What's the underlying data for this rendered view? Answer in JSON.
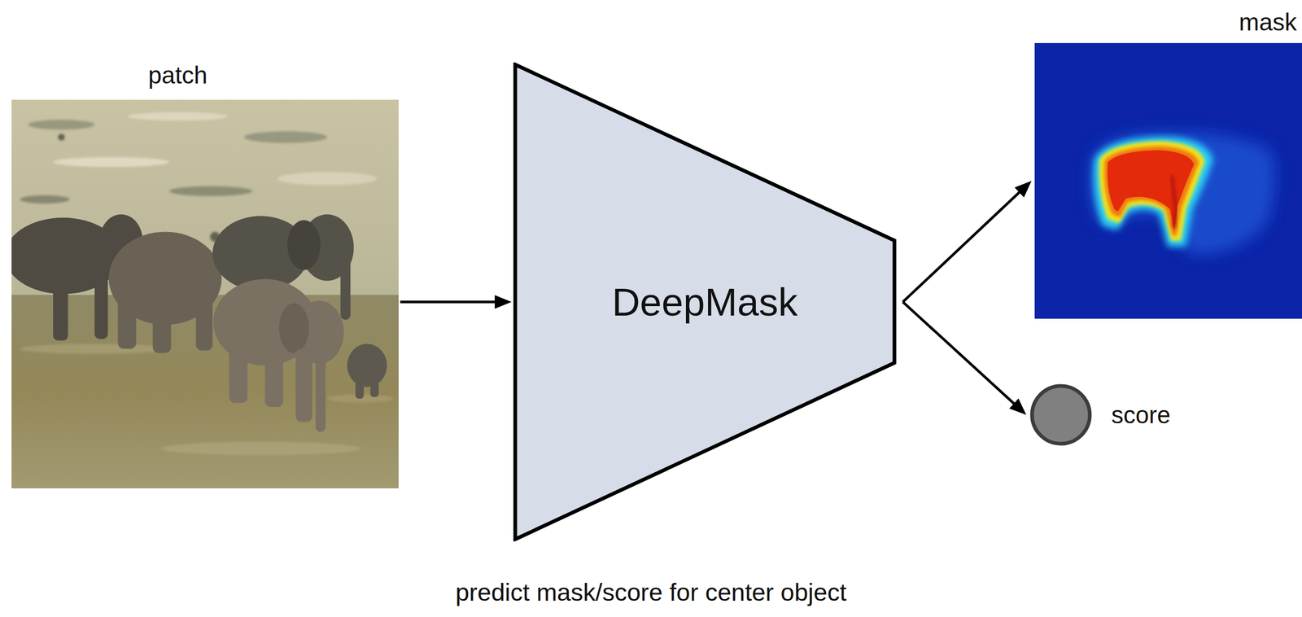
{
  "diagram": {
    "caption": "predict mask/score for center object",
    "nodes": [
      {
        "text": [
          "patch"
        ]
      },
      {
        "text": [
          "DeepMask"
        ]
      },
      {
        "text": [
          "mask"
        ]
      },
      {
        "text": [
          "score"
        ]
      }
    ],
    "edges": [
      {
        "from": 0,
        "to": 1,
        "arrow": "to"
      },
      {
        "from": 1,
        "to": 2,
        "arrow": "to"
      },
      {
        "from": 1,
        "to": 3,
        "arrow": "to"
      }
    ]
  }
}
